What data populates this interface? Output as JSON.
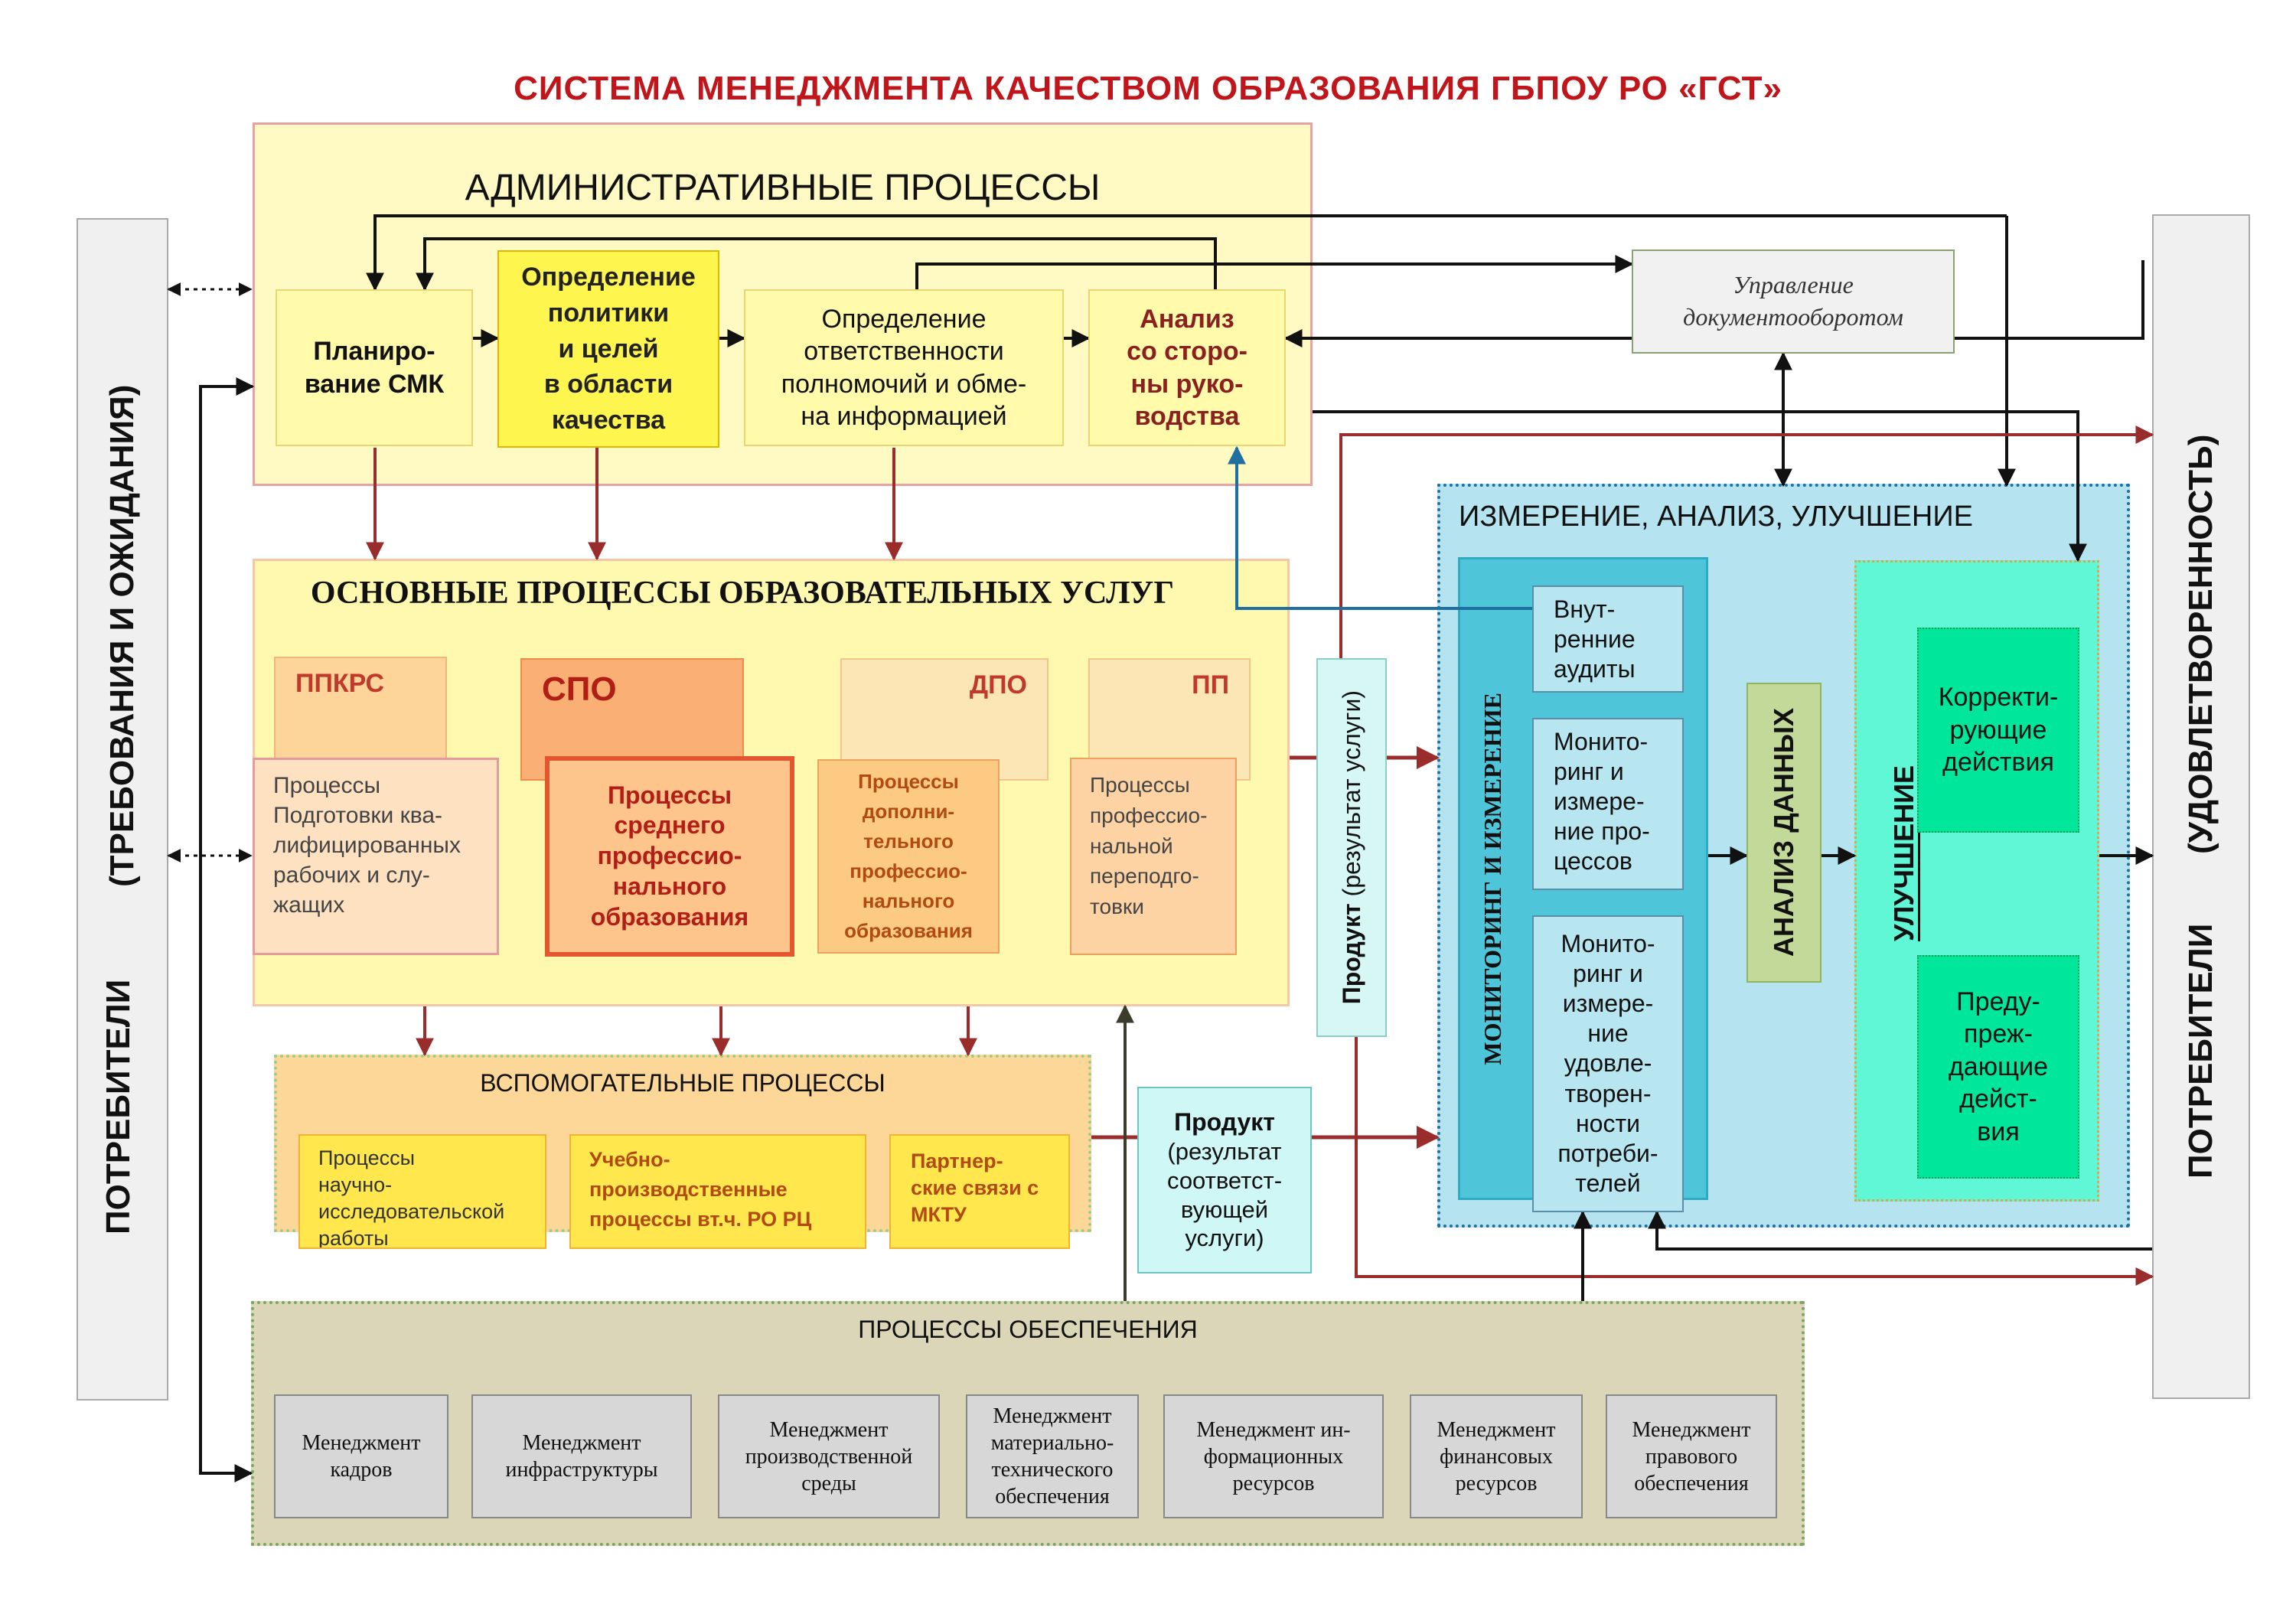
{
  "title": "СИСТЕМА МЕНЕДЖМЕНТА КАЧЕСТВОМ ОБРАЗОВАНИЯ  ГБПОУ  РО «ГСТ»",
  "consumers_left": {
    "line1": "(ТРЕБОВАНИЯ И ОЖИДАНИЯ)",
    "line2": "ПОТРЕБИТЕЛИ"
  },
  "consumers_right": {
    "line1": "(УДОВЛЕТВОРЕННОСТЬ)",
    "line2": "ПОТРЕБИТЕЛИ"
  },
  "admin": {
    "title": "АДМИНИСТРАТИВНЫЕ   ПРОЦЕССЫ",
    "planning": "Планиро-\nвание СМК",
    "policy": "Определение\nполитики\nи целей\nв области\nкачества",
    "responsibility": "Определение\nответственности\nполномочий и обме-\nна информацией",
    "analysis": "Анализ\nсо сторо-\nны руко-\nводства"
  },
  "doc_management": "Управление\nдокументооборотом",
  "main": {
    "title": "ОСНОВНЫЕ ПРОЦЕССЫ ОБРАЗОВАТЕЛЬНЫХ УСЛУГ",
    "ppkrs_tab": "ППКРС",
    "ppkrs_text": "Процессы\nПодготовки ква-\nлифицированных\nрабочих и слу-\nжащих",
    "spo_tab": "СПО",
    "spo_text": "Процессы\nсреднего\nпрофессио-\nнального\nобразования",
    "dpo_tab": "ДПО",
    "dpo_text": "Процессы\nдополни-\nтельного\nпрофессио-\nнального\nобразования",
    "pp_tab": "ПП",
    "pp_text": "Процессы\nпрофессио-\nнальной\nпереподго-\nтовки"
  },
  "product_vertical": {
    "bold": "Продукт",
    "rest": " (результат услуги)"
  },
  "product_box": {
    "bold": "Продукт",
    "rest": "(результат\nсоответст-\nвующей\nуслуги)"
  },
  "aux": {
    "title": "ВСПОМОГАТЕЛЬНЫЕ ПРОЦЕССЫ",
    "research": "Процессы\nнаучно-\nисследовательской\nработы",
    "training": "Учебно-\nпроизводственные\nпроцессы вт.ч. РО РЦ",
    "partner": "Партнер-\nские связи с\nМКТУ"
  },
  "support": {
    "title": "ПРОЦЕССЫ ОБЕСПЕЧЕНИЯ",
    "items": [
      "Менеджмент\nкадров",
      "Менеджмент\nинфраструктуры",
      "Менеджмент\nпроизводственной\nсреды",
      "Менеджмент\nматериально-\nтехнического\nобеспечения",
      "Менеджмент ин-\nформационных\nресурсов",
      "Менеджмент\nфинансовых\nресурсов",
      "Менеджмент\nправового\nобеспечения"
    ]
  },
  "measurement": {
    "title": "ИЗМЕРЕНИЕ, АНАЛИЗ, УЛУЧШЕНИЕ",
    "monitoring_title": "МОНИТОРИНГ И ИЗМЕРЕНИЕ",
    "audits": "Внут-\nренние\nаудиты",
    "process_monitoring": "Монито-\nринг и\nизмере-\nние про-\nцессов",
    "satisfaction_monitoring": "Монито-\nринг и\nизмере-\nние\nудовле-\nтворен-\nности\nпотреби-\nтелей",
    "data_analysis": "АНАЛИЗ ДАННЫХ",
    "improvement": "УЛУЧШЕНИЕ",
    "corrective": "Корректи-\nрующие\nдействия",
    "preventive": "Преду-\nпреж-\nдающие\nдейст-\nвия"
  },
  "colors": {
    "title_red": "#c0151b",
    "arrow_red": "#9b2c2c",
    "arrow_black": "#111111",
    "arrow_blue": "#1f6f9f",
    "admin_fill": "#fff9c4",
    "main_fill": "#fff9b0",
    "spo_border": "#e4572e",
    "measure_fill": "#b5e3ef",
    "monitor_fill": "#4fc5da",
    "improve_fill": "#5ff7d5"
  }
}
